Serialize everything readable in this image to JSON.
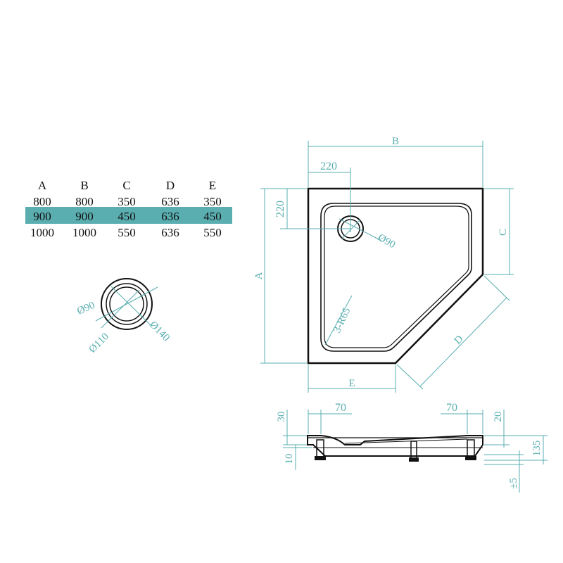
{
  "colors": {
    "line": "#111111",
    "dimension": "#5aaeb0",
    "highlight_row": "#5aaeb0"
  },
  "table": {
    "headers": [
      "A",
      "B",
      "C",
      "D",
      "E"
    ],
    "rows": [
      [
        "800",
        "800",
        "350",
        "636",
        "350"
      ],
      [
        "900",
        "900",
        "450",
        "636",
        "450"
      ],
      [
        "1000",
        "1000",
        "550",
        "636",
        "550"
      ]
    ],
    "highlighted_row": 1
  },
  "waste_detail": {
    "inner": "Ø90",
    "middle": "Ø110",
    "outer": "Ø140"
  },
  "plan": {
    "B": "B",
    "A": "A",
    "C": "C",
    "D": "D",
    "E": "E",
    "waste_offset_x": "220",
    "waste_offset_y": "220",
    "waste_diameter": "Ø90",
    "corner_radius": "3-R65"
  },
  "section": {
    "left_width": "70",
    "right_width": "70",
    "left_height": "30",
    "right_height": "20",
    "bottom_left": "10",
    "total_height": "135",
    "adjust": "±5"
  }
}
